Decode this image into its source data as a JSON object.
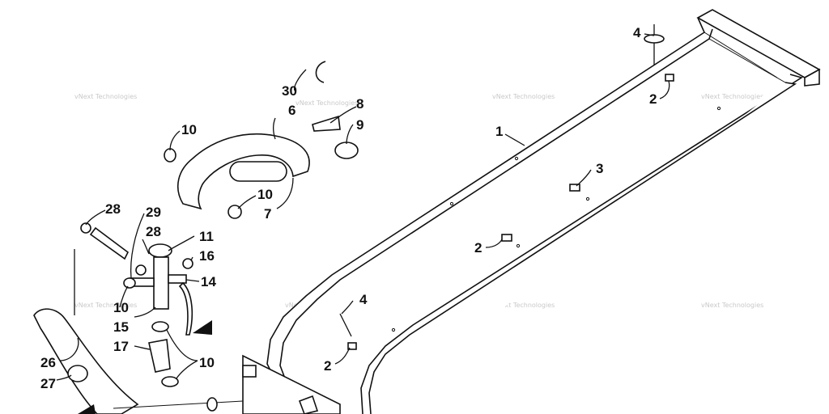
{
  "watermark": "vNext Technologies",
  "callouts": {
    "c1": "1",
    "c2a": "2",
    "c2b": "2",
    "c2c": "2",
    "c3": "3",
    "c4a": "4",
    "c4b": "4",
    "c6": "6",
    "c7": "7",
    "c8": "8",
    "c9": "9",
    "c10a": "10",
    "c10b": "10",
    "c10c": "10",
    "c10d": "10",
    "c11": "11",
    "c14": "14",
    "c15": "15",
    "c16": "16",
    "c17": "17",
    "c26": "26",
    "c27": "27",
    "c28a": "28",
    "c28b": "28",
    "c29": "29",
    "c30": "30"
  }
}
